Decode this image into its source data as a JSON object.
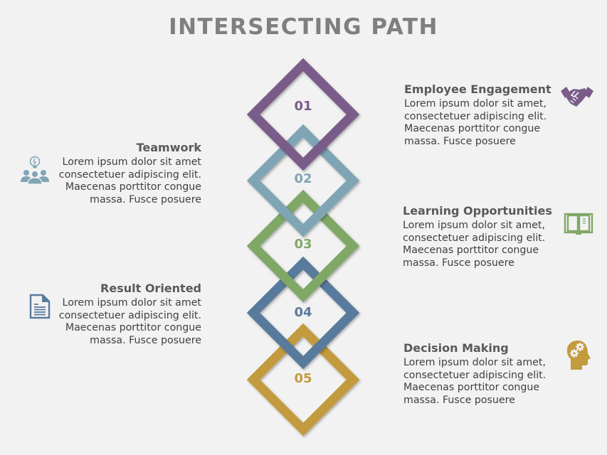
{
  "title": "INTERSECTING PATH",
  "colors": {
    "background": "#f2f2f2",
    "title": "#7f7f7f",
    "step1": "#7a5c8a",
    "step2": "#7fa5b5",
    "step3": "#7fa866",
    "step4": "#597a9c",
    "step5": "#c39a3c"
  },
  "steps": [
    {
      "number": "01",
      "heading": "Employee Engagement",
      "side": "right",
      "icon": "handshake-icon",
      "body": "Lorem ipsum dolor sit amet, consectetuer adipiscing elit. Maecenas porttitor congue massa. Fusce posuere"
    },
    {
      "number": "02",
      "heading": "Teamwork",
      "side": "left",
      "icon": "team-idea-icon",
      "body": "Lorem ipsum dolor sit amet consectetuer adipiscing elit. Maecenas porttitor congue massa. Fusce posuere"
    },
    {
      "number": "03",
      "heading": "Learning Opportunities",
      "side": "right",
      "icon": "open-book-icon",
      "body": "Lorem ipsum dolor sit amet, consectetuer adipiscing elit. Maecenas porttitor congue massa. Fusce posuere"
    },
    {
      "number": "04",
      "heading": "Result Oriented",
      "side": "left",
      "icon": "document-icon",
      "body": "Lorem ipsum dolor sit amet consectetuer adipiscing elit. Maecenas porttitor congue massa. Fusce posuere"
    },
    {
      "number": "05",
      "heading": "Decision Making",
      "side": "right",
      "icon": "head-gears-icon",
      "body": "Lorem ipsum dolor sit amet, consectetuer adipiscing elit. Maecenas porttitor congue massa. Fusce posuere"
    }
  ]
}
